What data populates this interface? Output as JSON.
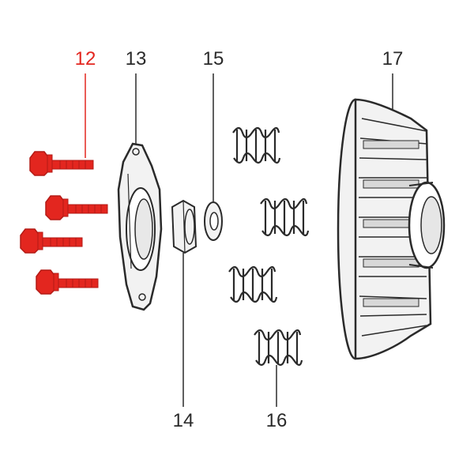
{
  "diagram": {
    "highlight_color": "#e3261f",
    "line_color": "#2a2a2a",
    "callouts": [
      {
        "id": "12",
        "label": "12",
        "highlighted": true
      },
      {
        "id": "13",
        "label": "13",
        "highlighted": false
      },
      {
        "id": "14",
        "label": "14",
        "highlighted": false
      },
      {
        "id": "15",
        "label": "15",
        "highlighted": false
      },
      {
        "id": "16",
        "label": "16",
        "highlighted": false
      },
      {
        "id": "17",
        "label": "17",
        "highlighted": false
      }
    ]
  }
}
